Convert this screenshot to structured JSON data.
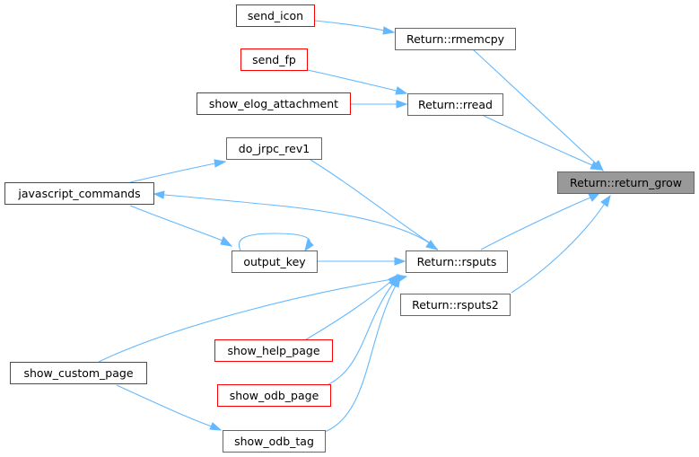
{
  "nodes": {
    "send_icon": "send_icon",
    "send_fp": "send_fp",
    "show_elog_attachment": "show_elog_attachment",
    "do_jrpc_rev1": "do_jrpc_rev1",
    "javascript_commands": "javascript_commands",
    "output_key": "output_key",
    "show_custom_page": "show_custom_page",
    "show_help_page": "show_help_page",
    "show_odb_page": "show_odb_page",
    "show_odb_tag": "show_odb_tag",
    "rmemcpy": "Return::rmemcpy",
    "rread": "Return::rread",
    "rsputs": "Return::rsputs",
    "rsputs2": "Return::rsputs2",
    "return_grow": "Return::return_grow"
  },
  "colors": {
    "edge": "#63b8ff",
    "highlight_fill": "#999999",
    "incomplete_border": "#ff0000",
    "normal_border": "#666666"
  }
}
